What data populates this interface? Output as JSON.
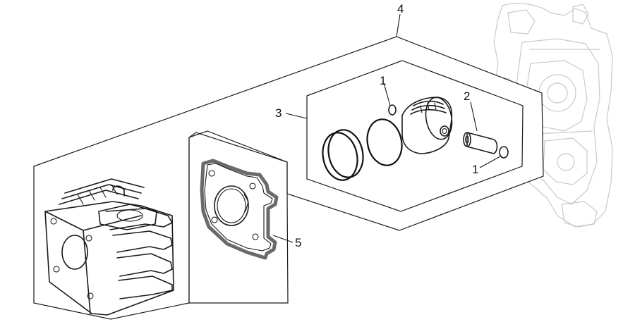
{
  "callouts": {
    "c1a": "1",
    "c1b": "1",
    "c2": "2",
    "c3": "3",
    "c4": "4",
    "c5": "5"
  },
  "colors": {
    "ink": "#1a1a1a",
    "ghost": "#c9c9c9",
    "background": "#ffffff"
  }
}
